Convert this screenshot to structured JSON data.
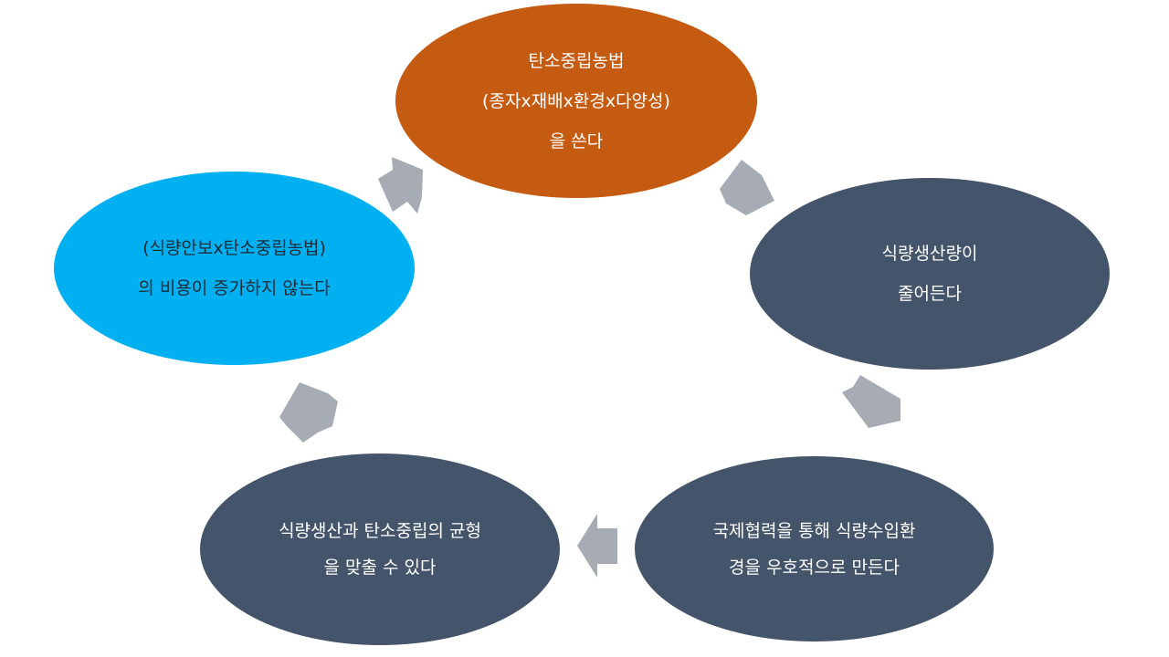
{
  "cycle": {
    "nodes": [
      {
        "lines": [
          "탄소중립농법",
          "(종자x재배x환경x다양성)",
          "을 쓴다"
        ],
        "color": "#c55a11"
      },
      {
        "lines": [
          "식량생산량이",
          "줄어든다"
        ],
        "color": "#44546a"
      },
      {
        "lines": [
          "국제협력을 통해 식량수입환",
          "경을 우호적으로 만든다"
        ],
        "color": "#44546a"
      },
      {
        "lines": [
          "식량생산과 탄소중립의 균형",
          "을 맞출 수 있다"
        ],
        "color": "#44546a"
      },
      {
        "lines": [
          "(식량안보x탄소중립농법)",
          "의 비용이 증가하지 않는다"
        ],
        "color": "#00b0f0"
      }
    ],
    "arrow_color": "#a7abb3"
  }
}
